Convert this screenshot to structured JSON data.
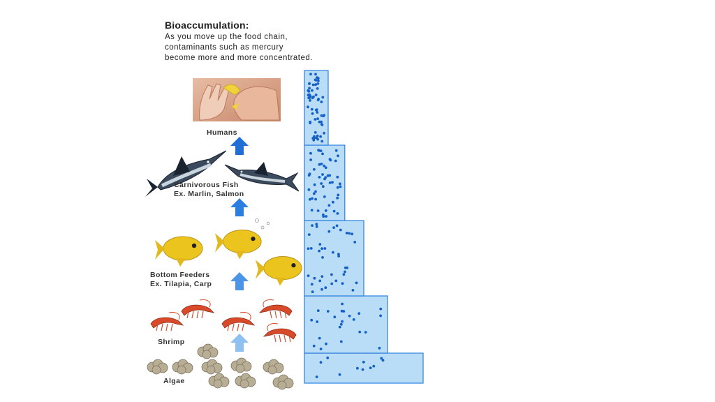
{
  "diagram": {
    "title": "Bioaccumulation:",
    "subtitle_lines": [
      "As you move up the food chain,",
      "contaminants such as mercury",
      "become more and more concentrated."
    ],
    "levels": [
      {
        "name": "Humans",
        "lines": [
          "Humans"
        ]
      },
      {
        "name": "Carnivorous Fish",
        "lines": [
          "Carnivorous Fish",
          "Ex. Marlin, Salmon"
        ]
      },
      {
        "name": "Bottom Feeders",
        "lines": [
          "Bottom Feeders",
          "Ex. Tilapia, Carp"
        ]
      },
      {
        "name": "Shrimp",
        "lines": [
          "Shrimp"
        ]
      },
      {
        "name": "Algae",
        "lines": [
          "Algae"
        ]
      }
    ],
    "arrow_colors": [
      "#1f6fd6",
      "#2b7fe0",
      "#4a95e8",
      "#8ec0f2"
    ],
    "concentration_steps": [
      {
        "level": "Algae",
        "relative_width": 5,
        "dot_count": 11
      },
      {
        "level": "Shrimp",
        "relative_width": 3.5,
        "dot_count": 24
      },
      {
        "level": "Bottom Feeders",
        "relative_width": 2.5,
        "dot_count": 40
      },
      {
        "level": "Carnivorous Fish",
        "relative_width": 1.7,
        "dot_count": 52
      },
      {
        "level": "Humans",
        "relative_width": 1,
        "dot_count": 60
      }
    ],
    "colors": {
      "bar_fill": "#b9ddf6",
      "bar_stroke": "#2b7fe0",
      "dot": "#1560c8",
      "shrimp": "#d84a2a",
      "fish": "#e8c020",
      "algae": "#b8ad95"
    }
  }
}
